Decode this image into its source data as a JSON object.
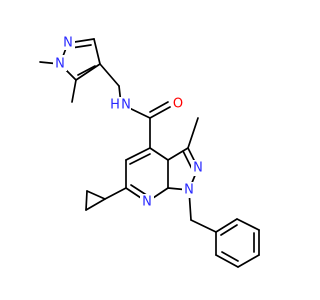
{
  "atom_labels": {
    "pyrazole_n1": "N",
    "pyrazole_n2": "N",
    "amide_n": "N",
    "amide_h": "H",
    "carbonyl_o": "O",
    "ring_n_top": "N",
    "ring_n_bottom": "N",
    "pyridine_n": "N"
  },
  "colors": {
    "bond": "#000000",
    "nitrogen": "#2828ff",
    "oxygen": "#ff0000",
    "background": "#ffffff"
  }
}
